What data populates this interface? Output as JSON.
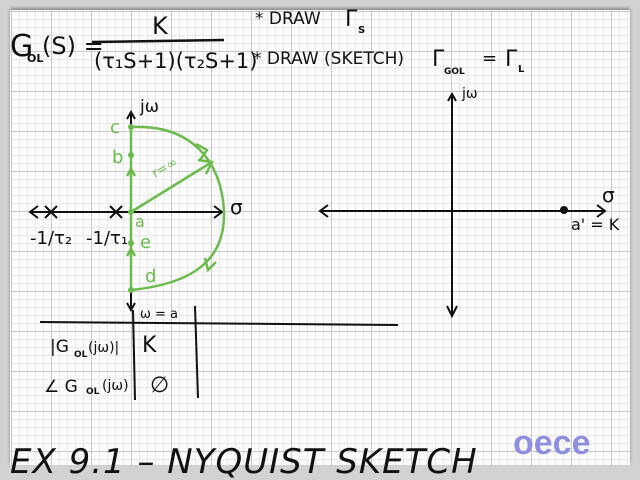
{
  "equation": {
    "lhs": "G",
    "lhs_sub": "OL",
    "lhs_arg": "(S) =",
    "numerator": "K",
    "denominator": "(τ₁S+1)(τ₂S+1)"
  },
  "notes": {
    "line1_prefix": "* DRAW",
    "line1_symbol": "Γ",
    "line1_sub": "S",
    "line2_prefix": "* DRAW (SKETCH)",
    "line2_symbol": "Γ",
    "line2_sub": "GOL",
    "line2_eq": "=",
    "line2_symbol2": "Γ",
    "line2_sub2": "L"
  },
  "s_plane": {
    "imag_axis_label": "jω",
    "real_axis_label": "σ",
    "pole1_label": "-1/τ₂",
    "pole2_label": "-1/τ₁",
    "points": [
      "a",
      "b",
      "c",
      "d",
      "e"
    ],
    "radius_label": "r=∞",
    "contour_color": "#6cbb4e"
  },
  "nyquist_plane": {
    "imag_axis_label": "jω",
    "real_axis_label": "σ",
    "point_label": "a' = K"
  },
  "table": {
    "column_header": "ω = a",
    "rows": [
      {
        "label": "|G",
        "label_sub": "OL",
        "label_arg": "(jω)|",
        "value": "K"
      },
      {
        "label": "∠ G",
        "label_sub": "OL",
        "label_arg": "(jω)",
        "value": "∅"
      }
    ]
  },
  "footer": {
    "title": "EX 9.1 – NYQUIST SKETCH",
    "logo_text": "oece",
    "logo_color": "#8f8fe0"
  }
}
